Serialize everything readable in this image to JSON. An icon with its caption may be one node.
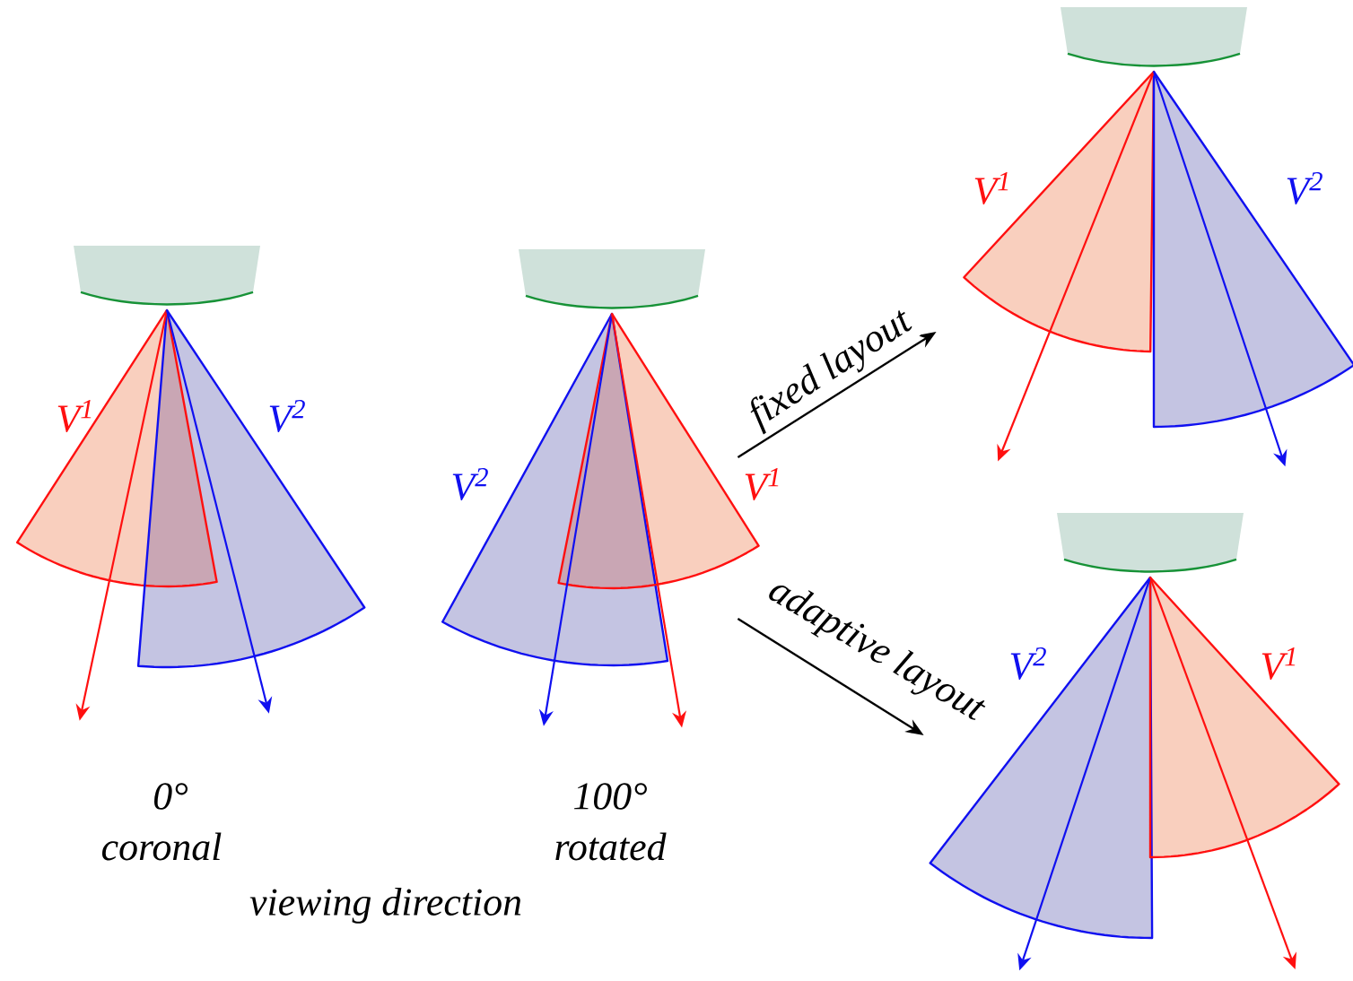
{
  "diagram": {
    "nodes": [
      {
        "text": [],
        "shape": "picture",
        "beside": [
          "0°",
          "coronal"
        ]
      },
      {
        "text": [],
        "shape": "picture",
        "beside": [
          "100°",
          "rotated"
        ]
      },
      {
        "text": [],
        "shape": "picture"
      },
      {
        "text": [],
        "shape": "picture"
      }
    ],
    "edges": [
      {
        "from": 1,
        "to": 2,
        "arrow": "to",
        "label": "fixed layout"
      },
      {
        "from": 1,
        "to": 3,
        "arrow": "to",
        "label": "adaptive layout"
      }
    ],
    "labels": [
      "V$^{1}$",
      "V$^{2}$",
      "V$^{2}$",
      "V$^{1}$",
      "V$^{1}$",
      "V$^{2}$",
      "V$^{2}$",
      "V$^{1}$",
      "viewing direction"
    ]
  }
}
